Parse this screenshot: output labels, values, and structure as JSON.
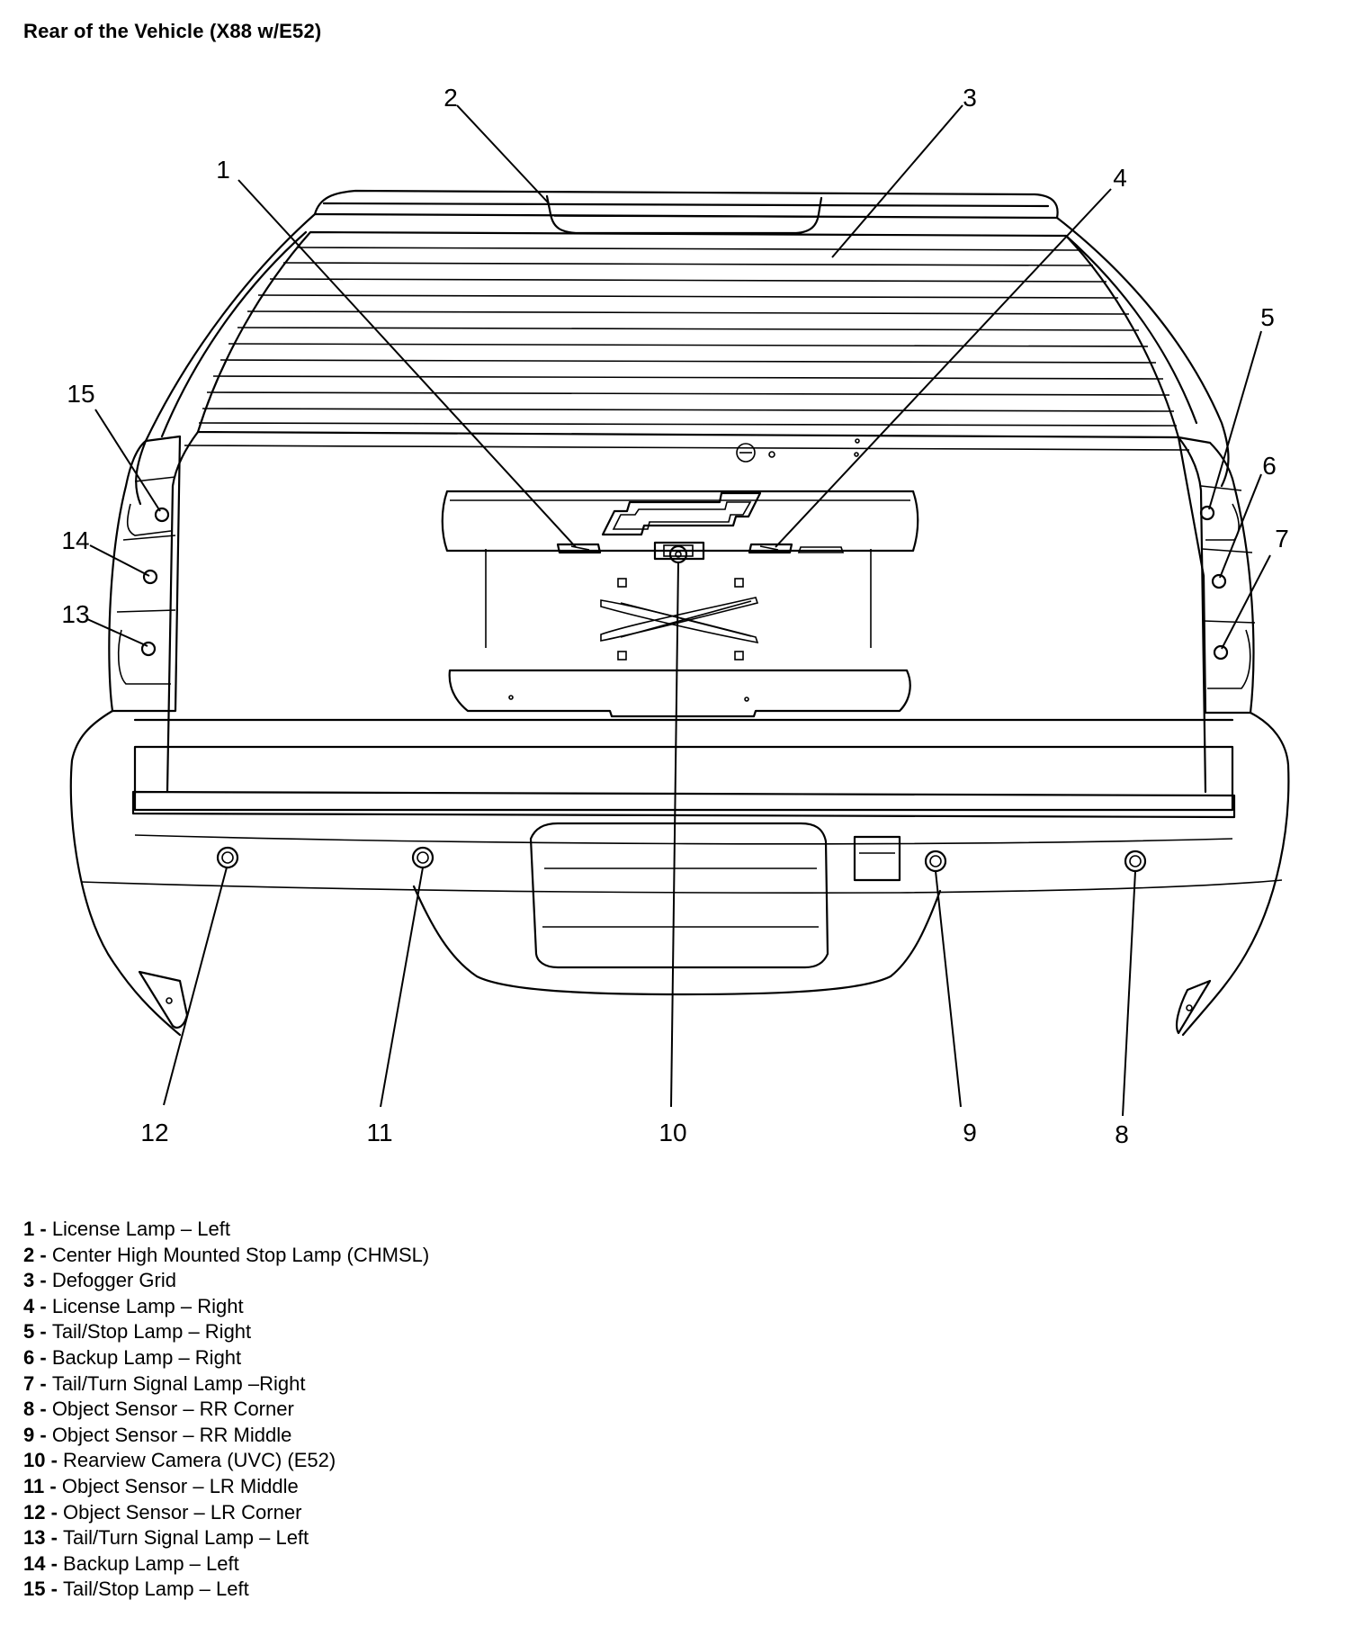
{
  "title": "Rear of the Vehicle (X88 w/E52)",
  "callouts": [
    {
      "id": "1",
      "label": "1"
    },
    {
      "id": "2",
      "label": "2"
    },
    {
      "id": "3",
      "label": "3"
    },
    {
      "id": "4",
      "label": "4"
    },
    {
      "id": "5",
      "label": "5"
    },
    {
      "id": "6",
      "label": "6"
    },
    {
      "id": "7",
      "label": "7"
    },
    {
      "id": "8",
      "label": "8"
    },
    {
      "id": "9",
      "label": "9"
    },
    {
      "id": "10",
      "label": "10"
    },
    {
      "id": "11",
      "label": "11"
    },
    {
      "id": "12",
      "label": "12"
    },
    {
      "id": "13",
      "label": "13"
    },
    {
      "id": "14",
      "label": "14"
    },
    {
      "id": "15",
      "label": "15"
    }
  ],
  "legend": [
    {
      "num": "1",
      "text": "License Lamp – Left"
    },
    {
      "num": "2",
      "text": "Center High Mounted Stop Lamp (CHMSL)"
    },
    {
      "num": "3",
      "text": "Defogger Grid"
    },
    {
      "num": "4",
      "text": "License Lamp – Right"
    },
    {
      "num": "5",
      "text": "Tail/Stop Lamp – Right"
    },
    {
      "num": "6",
      "text": "Backup Lamp – Right"
    },
    {
      "num": "7",
      "text": "Tail/Turn Signal Lamp –Right"
    },
    {
      "num": "8",
      "text": "Object Sensor – RR Corner"
    },
    {
      "num": "9",
      "text": "Object Sensor – RR Middle"
    },
    {
      "num": "10",
      "text": "Rearview Camera (UVC) (E52)"
    },
    {
      "num": "11",
      "text": "Object Sensor – LR Middle"
    },
    {
      "num": "12",
      "text": "Object Sensor – LR Corner"
    },
    {
      "num": "13",
      "text": "Tail/Turn Signal Lamp – Left"
    },
    {
      "num": "14",
      "text": "Backup Lamp – Left"
    },
    {
      "num": "15",
      "text": "Tail/Stop Lamp – Left"
    }
  ],
  "legend_separator": " - "
}
